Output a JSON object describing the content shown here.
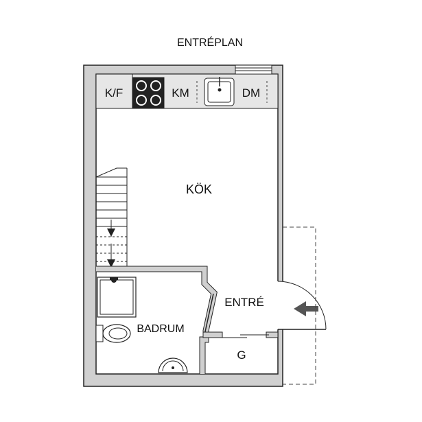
{
  "plan": {
    "title": "ENTRÉPLAN",
    "rooms": {
      "kitchen": "KÖK",
      "entrance": "ENTRÉ",
      "bathroom": "BADRUM",
      "storage": "G"
    },
    "appliances": {
      "fridge_freezer": "K/F",
      "washing_machine": "KM",
      "dishwasher": "DM"
    },
    "colors": {
      "wall": "#d0d0d0",
      "wall_outline": "#222222",
      "counter": "#e6e6e6",
      "arrow": "#555555",
      "burner": "#222222"
    }
  }
}
